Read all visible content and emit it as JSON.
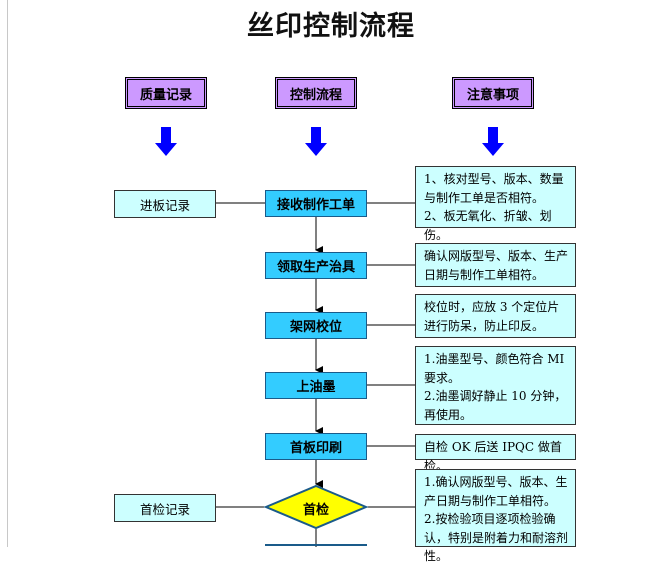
{
  "title": "丝印控制流程",
  "headers": {
    "quality": "质量记录",
    "flow": "控制流程",
    "notes": "注意事项"
  },
  "records": {
    "incoming": "进板记录",
    "first_check": "首检记录"
  },
  "steps": {
    "receive_order": "接收制作工单",
    "get_tooling": "领取生产治具",
    "mount_screen": "架网校位",
    "apply_ink": "上油墨",
    "first_print": "首板印刷",
    "first_inspection": "首检"
  },
  "notes": {
    "receive_order": [
      "1、核对型号、版本、数量与制作工单是否相符。",
      "2、板无氧化、折皱、划伤。"
    ],
    "get_tooling": [
      "确认网版型号、版本、生产日期与制作工单相符。"
    ],
    "mount_screen": [
      "校位时，应放 3 个定位片进行防呆，防止印反。"
    ],
    "apply_ink": [
      "1.油墨型号、颜色符合 MI 要求。",
      "2.油墨调好静止 10 分钟，再使用。"
    ],
    "first_print": [
      "自检 OK 后送 IPQC 做首检。"
    ],
    "first_inspection": [
      "1.确认网版型号、版本、生产日期与制作工单相符。",
      "2.按检验项目逐项检验确认，特别是附着力和耐溶剂性。"
    ]
  },
  "colors": {
    "header_fill": "#cc99ff",
    "step_fill": "#33ccff",
    "note_fill": "#ccffff",
    "diamond_fill": "#ffff00",
    "arrow_blue": "#0000ff"
  }
}
